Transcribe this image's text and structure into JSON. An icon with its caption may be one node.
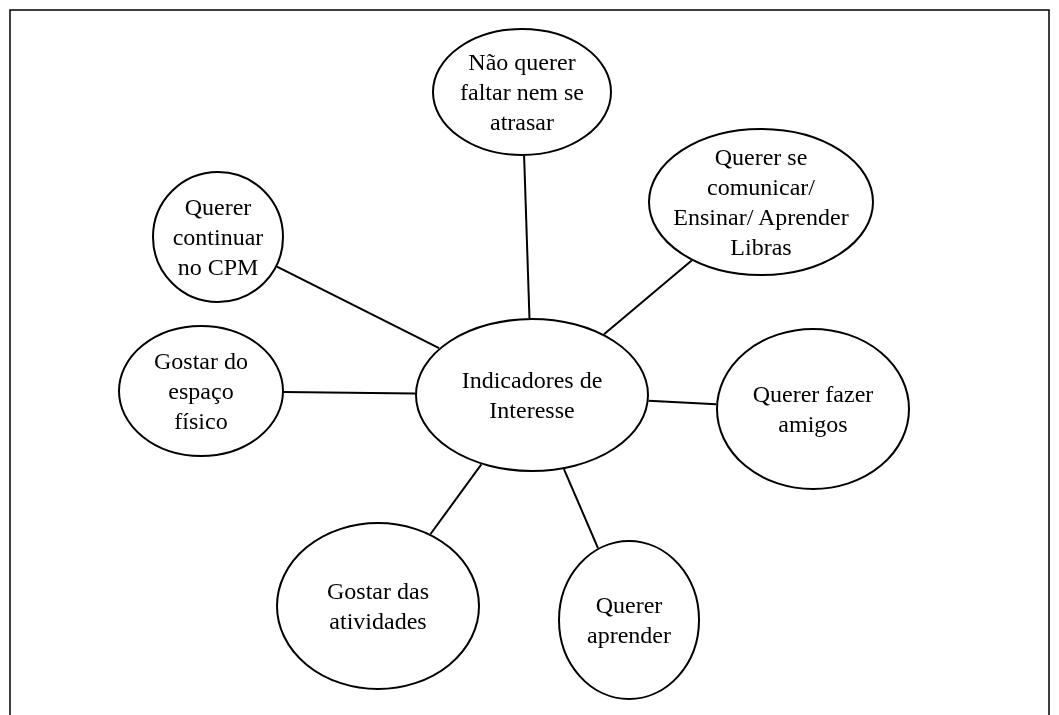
{
  "diagram": {
    "nodes": [
      {
        "text": [
          "Não querer faltar nem se atrasar"
        ]
      },
      {
        "text": [
          "Querer continuar no CPM"
        ]
      },
      {
        "text": [
          "Querer se comunicar/ Ensinar/ Aprender Libras"
        ]
      },
      {
        "text": [
          "Indicadores de Interesse"
        ]
      },
      {
        "text": [
          "Gostar do espaço físico"
        ]
      },
      {
        "text": [
          "Querer fazer amigos"
        ]
      },
      {
        "text": [
          "Gostar das atividades"
        ]
      },
      {
        "text": [
          "Querer aprender"
        ]
      }
    ],
    "edges": [
      {
        "from": 3,
        "to": 0,
        "arrow": "none"
      },
      {
        "from": 3,
        "to": 1,
        "arrow": "none"
      },
      {
        "from": 3,
        "to": 2,
        "arrow": "none"
      },
      {
        "from": 3,
        "to": 4,
        "arrow": "none"
      },
      {
        "from": 3,
        "to": 5,
        "arrow": "none"
      },
      {
        "from": 3,
        "to": 6,
        "arrow": "none"
      },
      {
        "from": 3,
        "to": 7,
        "arrow": "none"
      }
    ]
  }
}
